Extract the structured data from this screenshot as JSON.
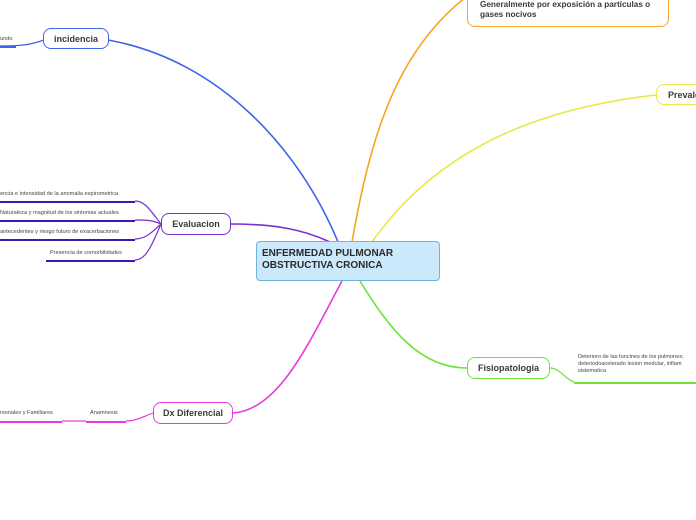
{
  "central": {
    "title": "ENFERMEDAD PULMONAR OBSTRUCTIVA CRONICA"
  },
  "branches": {
    "incidencia": {
      "label": "incidencia",
      "color": "#3f64e8"
    },
    "exposicion": {
      "label": "Generalmente por exposición a partículas o gases nocivos",
      "color": "#f6a524"
    },
    "prevalencia": {
      "label": "Prevale",
      "color": "#e8e84a"
    },
    "evaluacion": {
      "label": "Evaluacion",
      "color": "#7a2fd0"
    },
    "fisiopatologia": {
      "label": "Fisiopatologia",
      "color": "#6de23a"
    },
    "dx": {
      "label": "Dx Diferencial",
      "color": "#e43ae0"
    }
  },
  "leaves": {
    "incidencia_mundo": "undo",
    "eval_1": "encia e intensidad de la anomalia espirometrica",
    "eval_2": "Naturaleza y magnitud de los sintomas actuales",
    "eval_3": "antecedentes y riesgo futuro de exacerbaciones",
    "eval_4": "Presencia de comorbilidades",
    "fisio_1": "Deterioro de las funcines de los pulmones; deteriodoacelerado lesion medular, inflam sistematica",
    "dx_1": "Anamnesis",
    "dx_2": "rsonales y Familiares"
  }
}
